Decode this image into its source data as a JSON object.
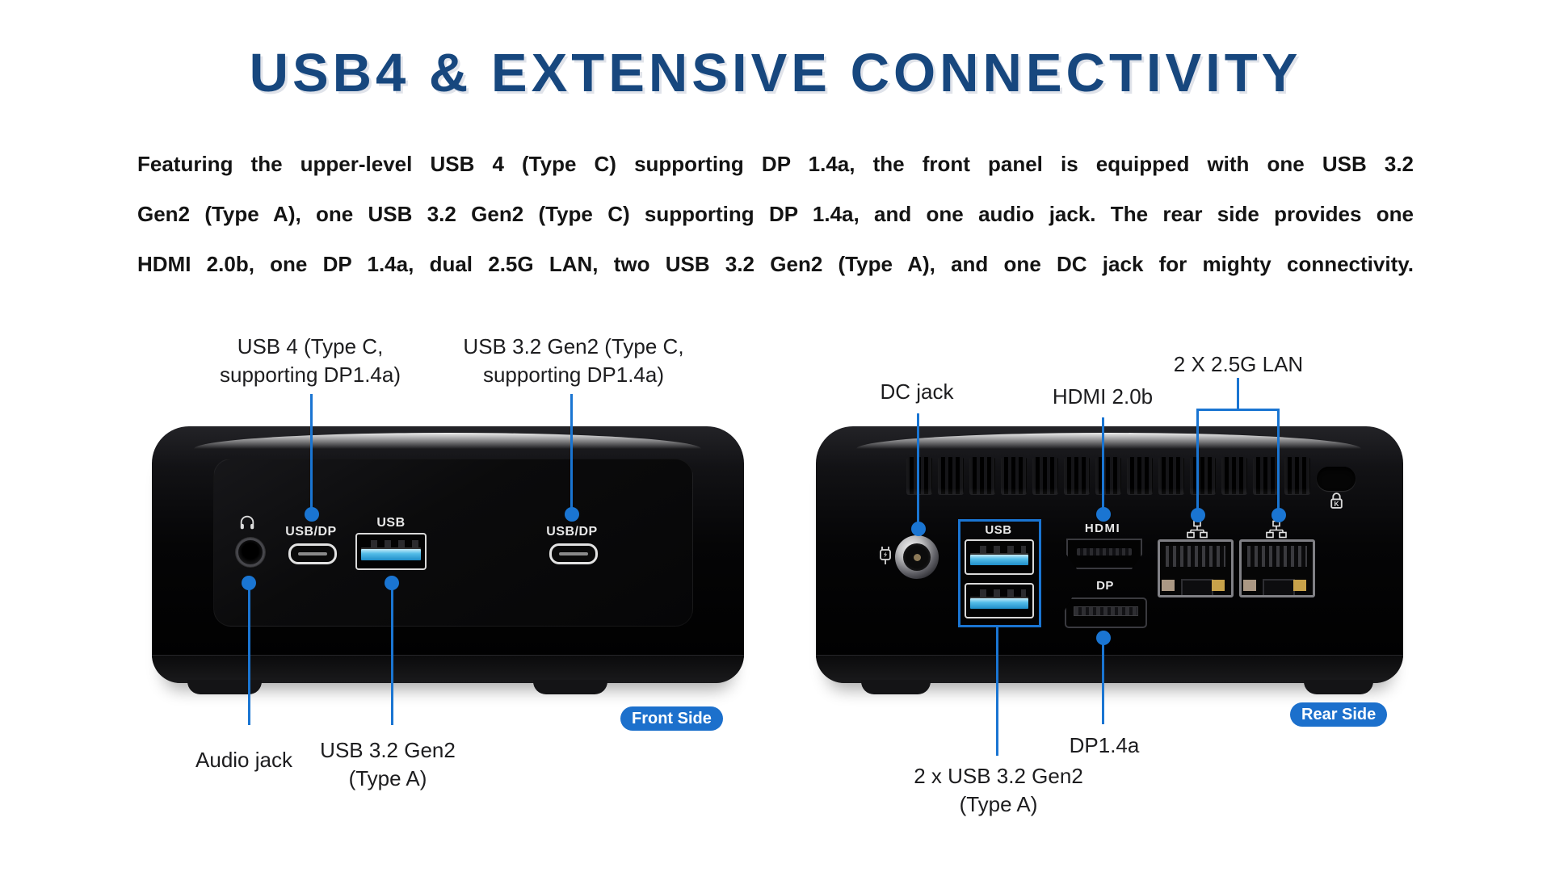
{
  "title": "USB4 & EXTENSIVE CONNECTIVITY",
  "paragraph": {
    "lines": [
      "Featuring the upper-level USB 4 (Type C) supporting DP 1.4a, the front panel is equipped with one USB 3.2",
      "Gen2 (Type A), one USB 3.2 Gen2 (Type C) supporting DP 1.4a, and one audio jack. The rear side provides one",
      "HDMI 2.0b, one DP 1.4a, dual 2.5G LAN, two USB 3.2 Gen2 (Type A), and one DC jack for mighty connectivity."
    ]
  },
  "front": {
    "badge": "Front Side",
    "labels": {
      "usb4": [
        "USB 4 (Type C,",
        "supporting DP1.4a)"
      ],
      "usb32c": [
        "USB 3.2 Gen2 (Type C,",
        "supporting DP1.4a)"
      ],
      "audio": "Audio jack",
      "usb32a": [
        "USB 3.2 Gen2",
        "(Type A)"
      ]
    },
    "port_labels": {
      "usbdp_left": "USB/DP",
      "usb": "USB",
      "usbdp_right": "USB/DP"
    }
  },
  "rear": {
    "badge": "Rear Side",
    "labels": {
      "dc": "DC jack",
      "hdmi": "HDMI 2.0b",
      "lan": "2 X 2.5G LAN",
      "dp": "DP1.4a",
      "usb": [
        "2 x USB 3.2 Gen2",
        "(Type A)"
      ]
    },
    "port_labels": {
      "usb": "USB",
      "hdmi": "HDMI",
      "dp": "DP",
      "lock": "K"
    }
  },
  "colors": {
    "title": "#17477E",
    "callout": "#1A75D2",
    "badge": "#1C70CC",
    "usb_blue": "#2BAAE2"
  }
}
